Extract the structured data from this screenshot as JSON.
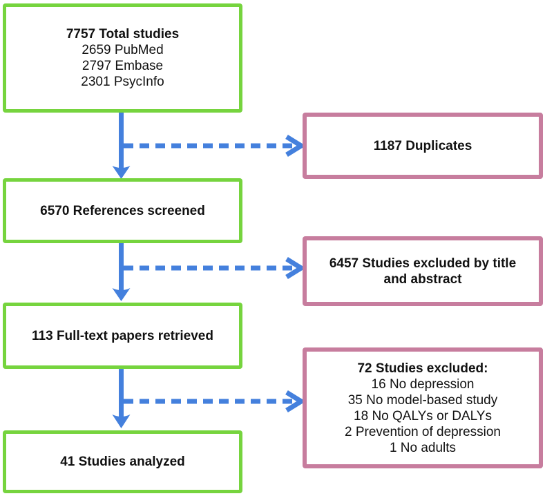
{
  "diagram": {
    "type": "flowchart",
    "topic": "systematic-review study selection",
    "colors": {
      "included_box_border": "#76d43e",
      "excluded_box_border": "#c77d9e",
      "arrow": "#4480dd",
      "text": "#111111",
      "background": "#ffffff"
    },
    "boxes": {
      "total": {
        "heading": "7757 Total studies",
        "lines": [
          "2659 PubMed",
          "2797 Embase",
          "2301 PsycInfo"
        ]
      },
      "duplicates": {
        "heading": "1187 Duplicates"
      },
      "screened": {
        "heading": "6570 References screened"
      },
      "excluded_title_abstract": {
        "heading": "6457 Studies excluded by title and abstract"
      },
      "fulltext": {
        "heading": "113 Full-text papers retrieved"
      },
      "excluded_fulltext": {
        "heading": "72 Studies excluded:",
        "lines": [
          "16 No depression",
          "35 No model-based study",
          "18 No QALYs or DALYs",
          "2 Prevention of depression",
          "1 No adults"
        ]
      },
      "analyzed": {
        "heading": "41 Studies analyzed"
      }
    },
    "flow": [
      {
        "from": "total",
        "to": "screened",
        "style": "solid"
      },
      {
        "from": "total",
        "to": "duplicates",
        "style": "dashed"
      },
      {
        "from": "screened",
        "to": "fulltext",
        "style": "solid"
      },
      {
        "from": "screened",
        "to": "excluded_title_abstract",
        "style": "dashed"
      },
      {
        "from": "fulltext",
        "to": "analyzed",
        "style": "solid"
      },
      {
        "from": "fulltext",
        "to": "excluded_fulltext",
        "style": "dashed"
      }
    ]
  }
}
